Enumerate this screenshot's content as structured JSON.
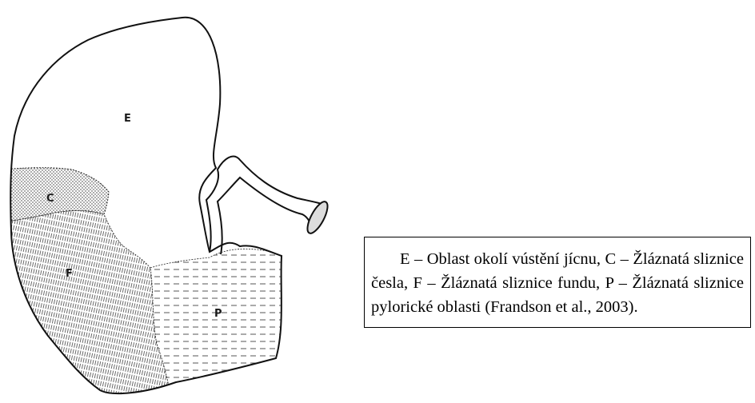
{
  "diagram": {
    "labels": {
      "E": "E",
      "C": "C",
      "F": "F",
      "P": "P"
    }
  },
  "caption": {
    "text": "E – Oblast okolí vústění jícnu, C – Žláznatá sliznice česla, F – Žláznatá sliznice fundu, P – Žláznatá sliznice pylorické oblasti (Frandson et al., 2003)."
  }
}
